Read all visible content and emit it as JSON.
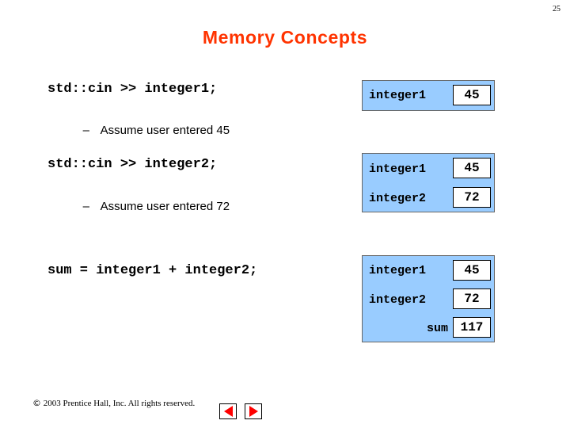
{
  "slide": {
    "number": "25",
    "title": "Memory Concepts"
  },
  "content": {
    "blocks": [
      {
        "code": "std::cin >> integer1;",
        "note": "Assume user entered 45"
      },
      {
        "code": "std::cin >> integer2;",
        "note": "Assume user entered 72"
      },
      {
        "code": "sum = integer1 + integer2;",
        "note": ""
      }
    ],
    "dash": "–"
  },
  "memory": {
    "groups": [
      {
        "rows": [
          {
            "label": "integer1",
            "value": "45",
            "align": "left"
          }
        ]
      },
      {
        "rows": [
          {
            "label": "integer1",
            "value": "45",
            "align": "left"
          },
          {
            "label": "integer2",
            "value": "72",
            "align": "left"
          }
        ]
      },
      {
        "rows": [
          {
            "label": "integer1",
            "value": "45",
            "align": "left"
          },
          {
            "label": "integer2",
            "value": "72",
            "align": "left"
          },
          {
            "label": "sum",
            "value": "117",
            "align": "right"
          }
        ]
      }
    ],
    "fill_color": "#99ccff"
  },
  "footer": {
    "copyright_symbol": "©",
    "text": " 2003 Prentice Hall, Inc. All rights reserved.",
    "prev_label": "previous-slide",
    "next_label": "next-slide"
  }
}
